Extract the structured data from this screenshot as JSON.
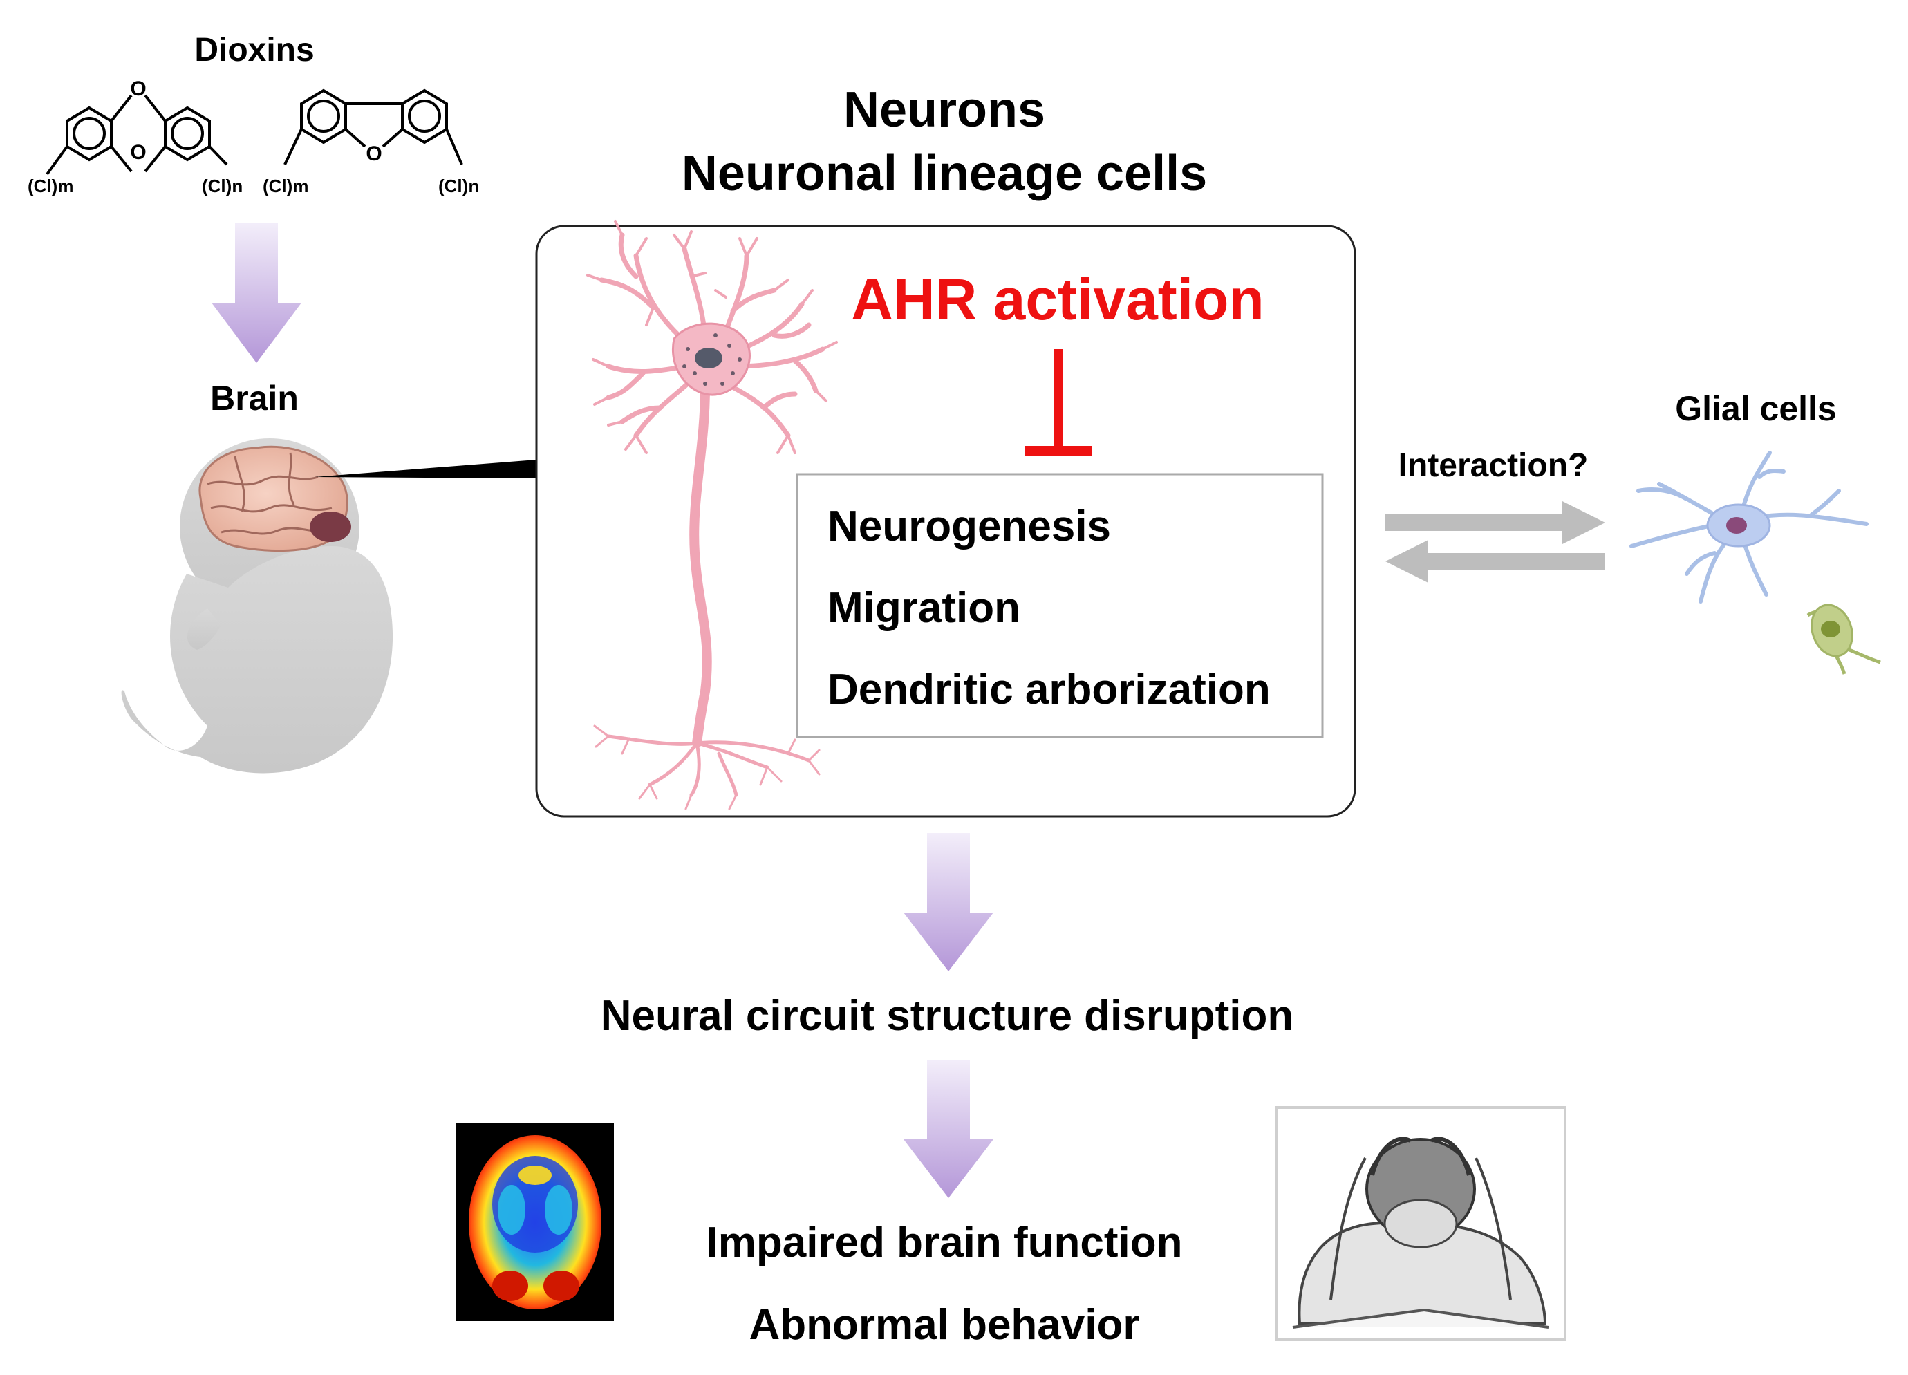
{
  "dioxins": {
    "title": "Dioxins",
    "labels": {
      "m": "(Cl)m",
      "n": "(Cl)n",
      "o": "O"
    }
  },
  "brain": {
    "label": "Brain"
  },
  "neurons": {
    "title1": "Neurons",
    "title2": "Neuronal lineage cells"
  },
  "ahr": {
    "label": "AHR activation",
    "color": "#ee1111"
  },
  "processes": [
    "Neurogenesis",
    "Migration",
    "Dendritic arborization"
  ],
  "glial": {
    "label": "Glial cells",
    "interaction": "Interaction?"
  },
  "outcomes": {
    "circuit": "Neural circuit structure disruption",
    "function": "Impaired brain function",
    "behavior": "Abnormal behavior"
  },
  "colors": {
    "arrow_purple": "#b9a1d9",
    "neuron_pink": "#f0a5b5",
    "gray_arrow": "#bdbdbd"
  }
}
